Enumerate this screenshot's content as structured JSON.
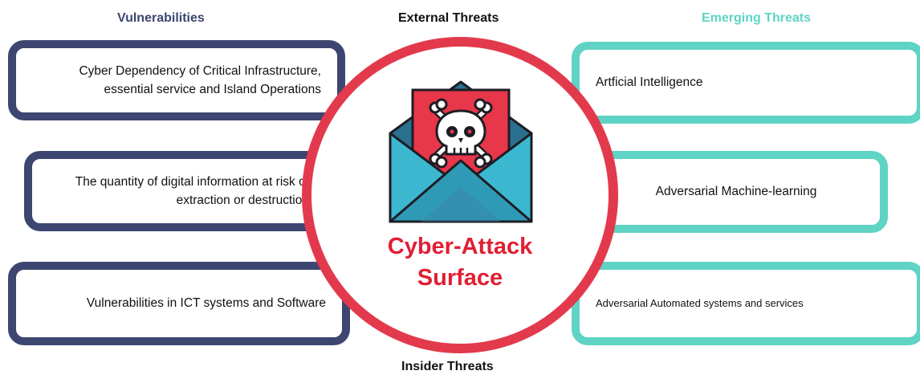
{
  "headings": {
    "vulnerabilities": "Vulnerabilities",
    "external": "External Threats",
    "emerging": "Emerging Threats",
    "insider": "Insider Threats"
  },
  "vulnerabilities": [
    "Cyber Dependency of Critical Infrastructure, essential service and Island Operations",
    "The quantity of digital information at risk of extraction or destruction",
    "Vulnerabilities in ICT systems and Software"
  ],
  "emerging_threats": [
    "Artficial Intelligence",
    "Adversarial Machine-learning",
    "Adversarial Automated systems and services"
  ],
  "hub": {
    "title": "Cyber-Attack\nSurface",
    "icon": "malware-envelope-icon"
  },
  "colors": {
    "vulnerabilities": "#3d4670",
    "emerging": "#5fd3c4",
    "hub_ring": "#e23a4c",
    "hub_text": "#e01f33"
  }
}
